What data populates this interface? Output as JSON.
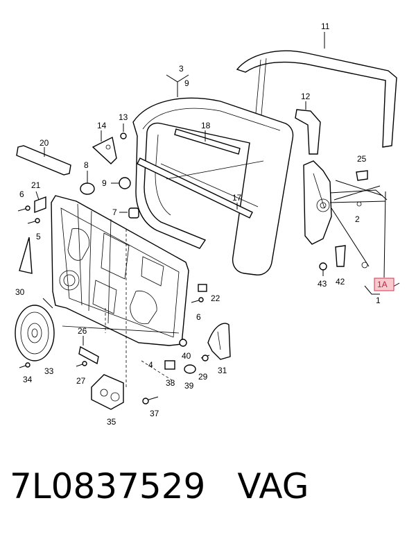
{
  "diagram": {
    "callouts": {
      "c1": "1",
      "c1A": "1A",
      "c2": "2",
      "c3": "3",
      "c4": "4",
      "c5": "5",
      "c6a": "6",
      "c6b": "6",
      "c7": "7",
      "c8": "8",
      "c9a": "9",
      "c9b": "9",
      "c11": "11",
      "c12": "12",
      "c13": "13",
      "c14": "14",
      "c17": "17",
      "c18": "18",
      "c20": "20",
      "c21": "21",
      "c22": "22",
      "c25": "25",
      "c26": "26",
      "c27": "27",
      "c29": "29",
      "c30": "30",
      "c31": "31",
      "c33": "33",
      "c34": "34",
      "c35": "35",
      "c37": "37",
      "c38": "38",
      "c39": "39",
      "c40": "40",
      "c42": "42",
      "c43": "43"
    },
    "highlight_color": "#d9334d"
  },
  "footer": {
    "part_number": "7L0837529",
    "brand": "VAG"
  }
}
